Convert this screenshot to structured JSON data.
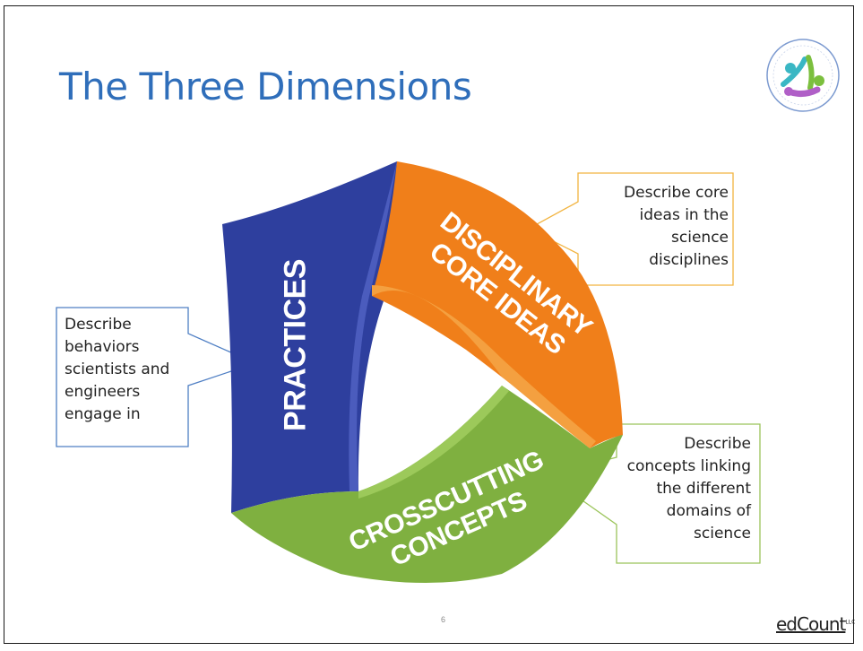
{
  "slide": {
    "title": "The Three Dimensions",
    "page_number": "6"
  },
  "dimensions": [
    {
      "label_lines": [
        "PRACTICES"
      ],
      "color": "#2e3f9e"
    },
    {
      "label_lines": [
        "DISCIPLINARY",
        "CORE IDEAS"
      ],
      "color": "#f07f1a"
    },
    {
      "label_lines": [
        "CROSSCUTTING",
        "CONCEPTS"
      ],
      "color": "#7fb040"
    }
  ],
  "callouts": {
    "practices": {
      "lines": [
        "Describe",
        "behaviors",
        "scientists and",
        "engineers",
        "engage in"
      ],
      "border_color": "#4f7fc4"
    },
    "dci": {
      "lines": [
        "Describe core",
        "ideas in the",
        "science",
        "disciplines"
      ],
      "border_color": "#f2b440"
    },
    "crosscutting": {
      "lines": [
        "Describe",
        "concepts linking",
        "the different",
        "domains of",
        "science"
      ],
      "border_color": "#9bc45a"
    }
  },
  "logos": {
    "bottom": "edCount",
    "bottom_suffix": "LLC"
  }
}
